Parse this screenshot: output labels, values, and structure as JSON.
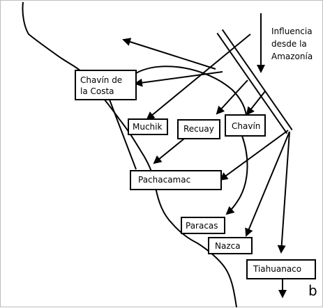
{
  "diagram": {
    "annotation_lines": [
      "Influencia",
      "desde la",
      "Amazonía"
    ],
    "cultures": {
      "chavin_costa_line1": "Chavín de",
      "chavin_costa_line2": "la Costa",
      "muchik": "Muchik",
      "recuay": "Recuay",
      "chavin": "Chavín",
      "pachacamac": "Pachacamac",
      "paracas": "Paracas",
      "nazca": "Nazca",
      "tiahuanaco": "Tiahuanaco"
    },
    "panel_letter": "b",
    "stroke_color": "#000000",
    "background_color": "#ffffff"
  }
}
